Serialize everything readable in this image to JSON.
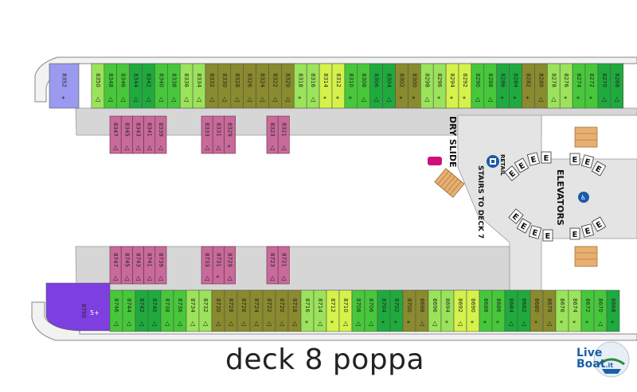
{
  "title": "deck 8 poppa",
  "labels": {
    "dry_slide": "DRY SLIDE",
    "stairs": "STAIRS TO DECK 7",
    "retail": "RETAIL",
    "elevators": "ELEVATORS",
    "elevator_letter": "E"
  },
  "logo": {
    "word1": "Live",
    "word2": "Boat",
    "suffix": ".it"
  },
  "top_row": [
    "8352",
    "8350",
    "8348",
    "8346",
    "8344",
    "8342",
    "8340",
    "8338",
    "8336",
    "8334",
    "8332",
    "8330",
    "8328",
    "8326",
    "8324",
    "8322",
    "8320",
    "8318",
    "8316",
    "8314",
    "8312",
    "8310",
    "8308",
    "8306",
    "8304",
    "8302",
    "8300",
    "8298",
    "8296",
    "8294",
    "8292",
    "8290",
    "8288",
    "8286",
    "8284",
    "8282",
    "8280",
    "8278",
    "8276",
    "8274",
    "8272",
    "8270",
    "8268"
  ],
  "top_syms": [
    "*",
    "△",
    "△",
    "△",
    "△",
    "△",
    "△",
    "△",
    "△",
    "△",
    "△",
    "△",
    "△",
    "△",
    "△",
    "△",
    "△",
    "*",
    "△",
    "*",
    "*",
    "*",
    "△",
    "△",
    "△",
    "*",
    "*",
    "△",
    "*",
    "*",
    "*",
    "△",
    "△",
    "*",
    "*",
    "*",
    "△",
    "△",
    "*",
    "*",
    "*",
    "△",
    "△"
  ],
  "bottom_row": [
    "8750",
    "8746",
    "8744",
    "8742",
    "8740",
    "8738",
    "8736",
    "8734",
    "8732",
    "8730",
    "8728",
    "8726",
    "8724",
    "8722",
    "8720",
    "8718",
    "8716",
    "8714",
    "8712",
    "8710",
    "8708",
    "8706",
    "8704",
    "8702",
    "8700",
    "8698",
    "8696",
    "8694",
    "8692",
    "8690",
    "8688",
    "8686",
    "8684",
    "8682",
    "8680",
    "8678",
    "8676",
    "8674",
    "8672",
    "8670",
    "8668"
  ],
  "bottom_syms": [
    "5+",
    "△",
    "△",
    "△",
    "△",
    "△",
    "△",
    "△",
    "△",
    "△",
    "△",
    "△",
    "△",
    "△",
    "△",
    "△",
    "*",
    "△",
    "*",
    "△",
    "△",
    "△",
    "*",
    "*",
    "*",
    "△",
    "△",
    "*",
    "△",
    "*",
    "*",
    "*",
    "△",
    "△",
    "*",
    "△",
    "*",
    "*",
    "*",
    "△",
    "*"
  ],
  "inner_top_a": [
    "8347",
    "8345",
    "8343",
    "8341",
    "8339"
  ],
  "inner_top_b": [
    "8333",
    "8331",
    "8329"
  ],
  "inner_top_c": [
    "8323",
    "8321"
  ],
  "inner_top_a_syms": [
    "△",
    "△",
    "△",
    "△",
    "△"
  ],
  "inner_top_b_syms": [
    "△",
    "△",
    "*"
  ],
  "inner_top_c_syms": [
    "△",
    "△"
  ],
  "inner_bot_a": [
    "8747",
    "8745",
    "8743",
    "8741",
    "8739"
  ],
  "inner_bot_b": [
    "8733",
    "8731",
    "8729"
  ],
  "inner_bot_c": [
    "8723",
    "8721"
  ],
  "inner_bot_a_syms": [
    "△",
    "△",
    "△",
    "△",
    "△"
  ],
  "inner_bot_b_syms": [
    "△",
    "*",
    "△"
  ],
  "inner_bot_c_syms": [
    "△",
    "△"
  ],
  "colors": {
    "cab_greens": [
      "#9be35a",
      "#46c83a",
      "#1faa3e",
      "#8a8a2e",
      "#d4f24a"
    ],
    "inner_pink": "#c86b9a",
    "suite_purple": "#7d3fe0",
    "suite_lilac": "#9a9af0",
    "corridor": "#d6d6d6",
    "floor": "#e6e6e6",
    "stair": "#e8b070",
    "slide": "#d0107a",
    "icon_blue": "#1a5aa8"
  }
}
